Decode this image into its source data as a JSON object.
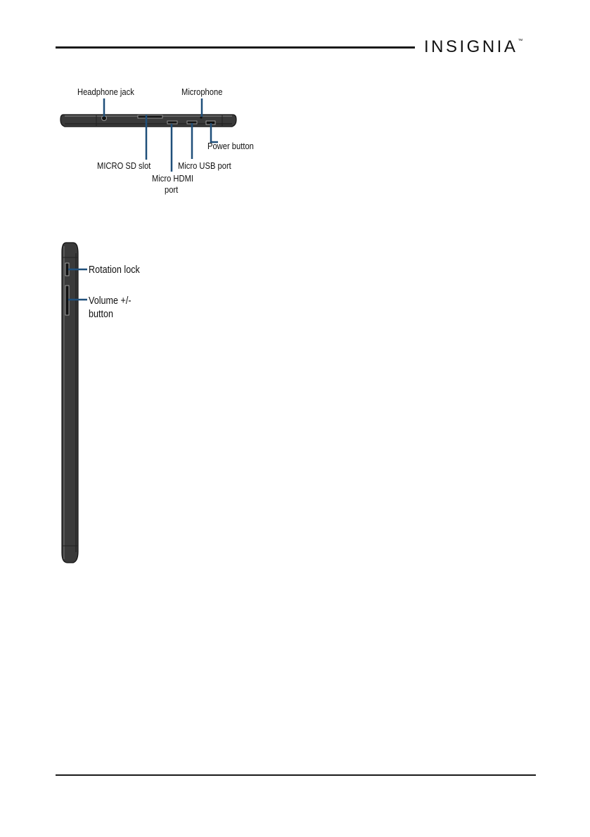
{
  "header": {
    "brand": "INSIGNIA",
    "trademark": "™"
  },
  "figure_top": {
    "callouts": {
      "headphone_jack": "Headphone jack",
      "microphone": "Microphone",
      "power_button": "Power button",
      "micro_usb_port": "Micro USB port",
      "micro_sd_slot": "MICRO SD slot",
      "micro_hdmi_line1": "Micro HDMI",
      "micro_hdmi_line2": "port"
    }
  },
  "figure_side": {
    "callouts": {
      "rotation_lock": "Rotation lock",
      "volume_line1": "Volume +/-",
      "volume_line2": "button"
    }
  },
  "colors": {
    "leader_line": "#1f4f7a",
    "device_body": "#2a2a2a",
    "rule": "#1a1a1a"
  }
}
